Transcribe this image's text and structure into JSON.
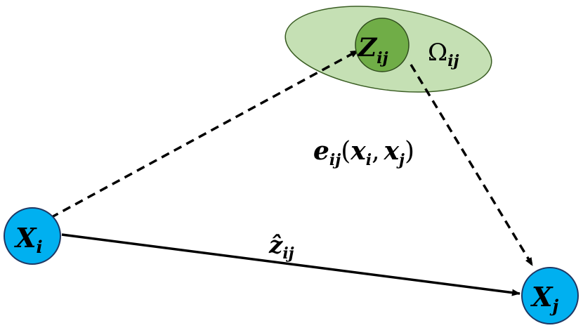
{
  "colors": {
    "node_fill": "#00b0f0",
    "node_stroke": "#1f3864",
    "ellipse_fill": "#c5e0b4",
    "ellipse_stroke": "#3a5d23",
    "inner_fill": "#70ad47",
    "inner_stroke": "#2e4a1c",
    "edge": "#000000"
  },
  "nodes": {
    "xi": {
      "main": "X",
      "sub": "i"
    },
    "xj": {
      "main": "X",
      "sub": "j"
    },
    "zij": {
      "main": "Z",
      "sub": "ij"
    }
  },
  "region": {
    "main": "Ω",
    "sub": "ij"
  },
  "labels": {
    "error": {
      "e": "e",
      "e_sub": "ij",
      "open": "(",
      "x1": "x",
      "x1_sub": "i",
      "comma": ",",
      "x2": "x",
      "x2_sub": "j",
      "close": ")"
    },
    "prediction": {
      "main": "ẑ",
      "sub": "ij"
    }
  }
}
